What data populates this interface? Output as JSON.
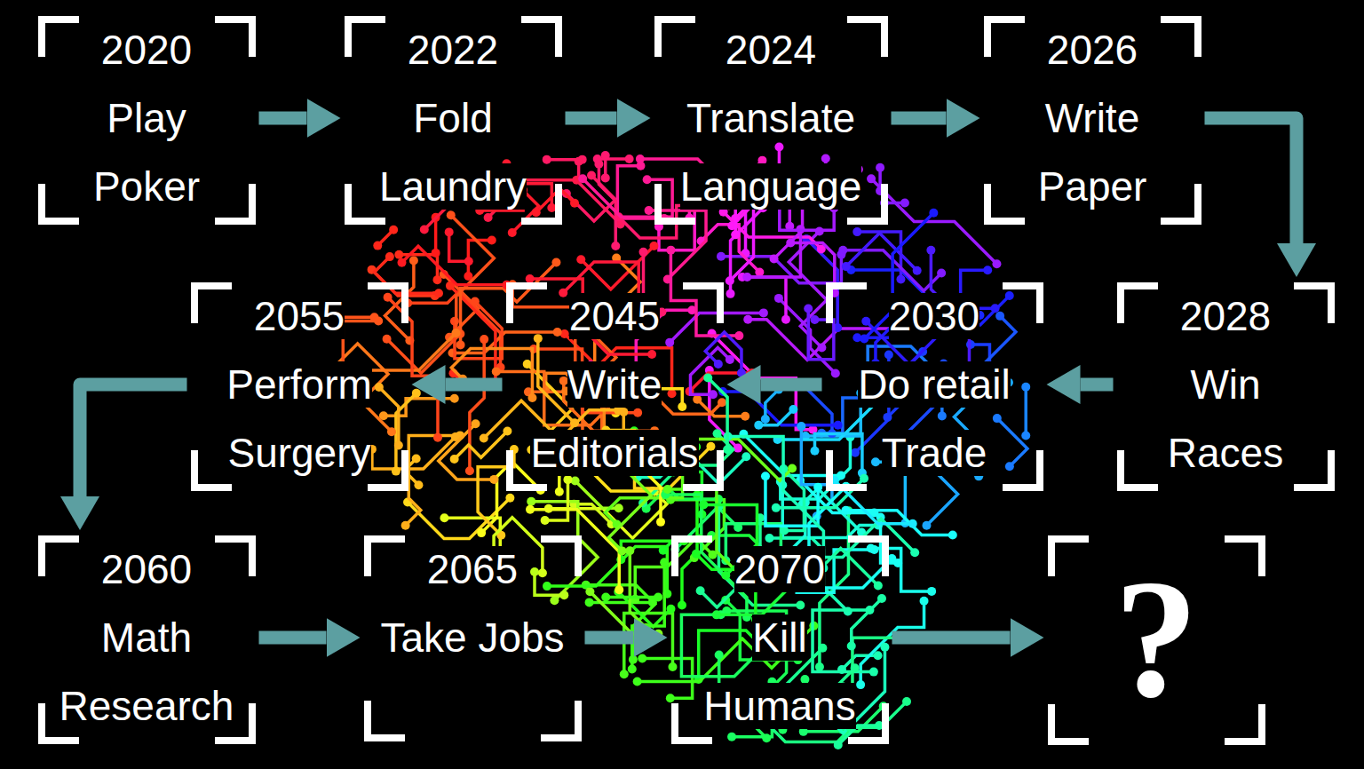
{
  "diagram": {
    "nodes": [
      {
        "text": [
          "2020",
          "Play Poker"
        ]
      },
      {
        "text": [
          "2022",
          "Fold Laundry"
        ]
      },
      {
        "text": [
          "2024",
          "Translate Language"
        ]
      },
      {
        "text": [
          "2026",
          "Write Paper"
        ]
      },
      {
        "text": [
          "2028",
          "Win Races"
        ]
      },
      {
        "text": [
          "2030",
          "Do retail Trade"
        ]
      },
      {
        "text": [
          "2045",
          "Write Editorials"
        ]
      },
      {
        "text": [
          "2055",
          "Perform Surgery"
        ]
      },
      {
        "text": [
          "2060",
          "Math Research"
        ]
      },
      {
        "text": [
          "2065",
          "Take Jobs"
        ]
      },
      {
        "text": [
          "2070",
          "Kill Humans"
        ]
      },
      {
        "text": [
          "?"
        ]
      }
    ],
    "edges": [
      {
        "from": 0,
        "to": 1,
        "arrow": "to"
      },
      {
        "from": 1,
        "to": 2,
        "arrow": "to"
      },
      {
        "from": 2,
        "to": 3,
        "arrow": "to"
      },
      {
        "from": 3,
        "to": 4,
        "arrow": "to"
      },
      {
        "from": 4,
        "to": 5,
        "arrow": "to"
      },
      {
        "from": 5,
        "to": 6,
        "arrow": "to"
      },
      {
        "from": 6,
        "to": 7,
        "arrow": "to"
      },
      {
        "from": 7,
        "to": 8,
        "arrow": "to"
      },
      {
        "from": 8,
        "to": 9,
        "arrow": "to"
      },
      {
        "from": 9,
        "to": 10,
        "arrow": "to"
      },
      {
        "from": 10,
        "to": 11,
        "arrow": "to"
      }
    ]
  }
}
